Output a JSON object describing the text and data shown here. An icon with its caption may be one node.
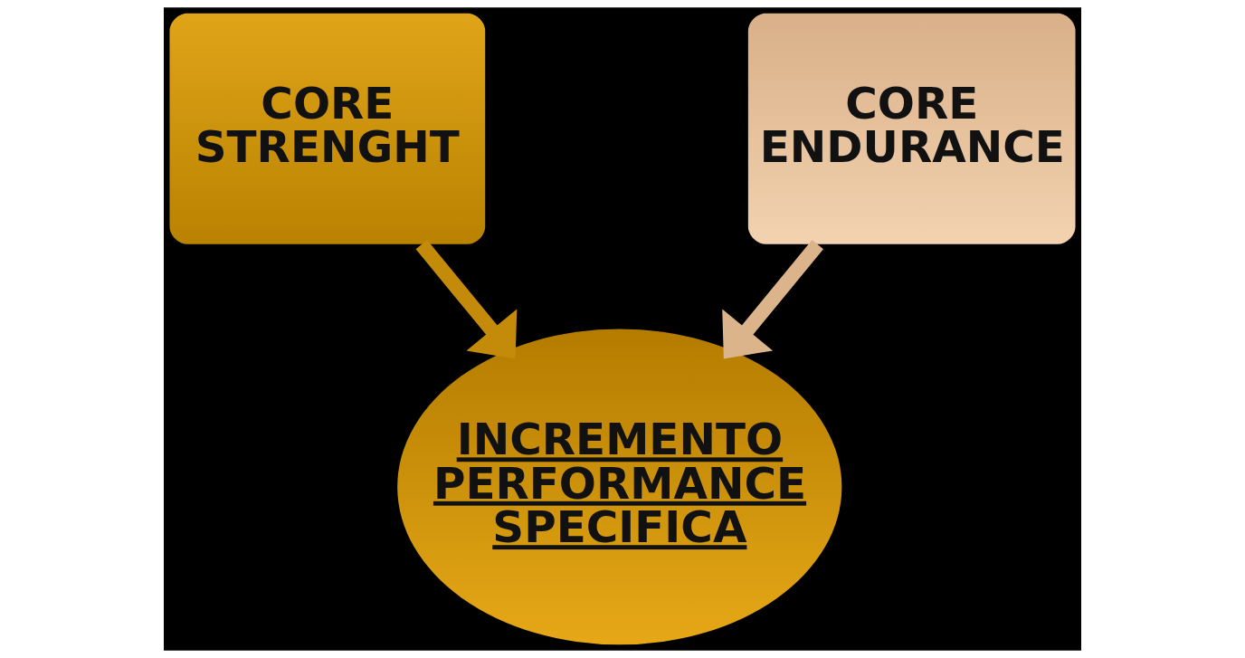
{
  "diagram": {
    "nodes": [
      {
        "text": [
          "CORE STRENGHT"
        ]
      },
      {
        "text": [
          "CORE ENDURANCE"
        ]
      },
      {
        "text": [
          "INCREMENTO PERFORMANCE SPECIFICA"
        ]
      }
    ],
    "edges": [
      {
        "from": 0,
        "to": 2,
        "arrow": "to",
        "color": "#c48a0a"
      },
      {
        "from": 1,
        "to": 2,
        "arrow": "to",
        "color": "#dcb48c"
      }
    ]
  }
}
